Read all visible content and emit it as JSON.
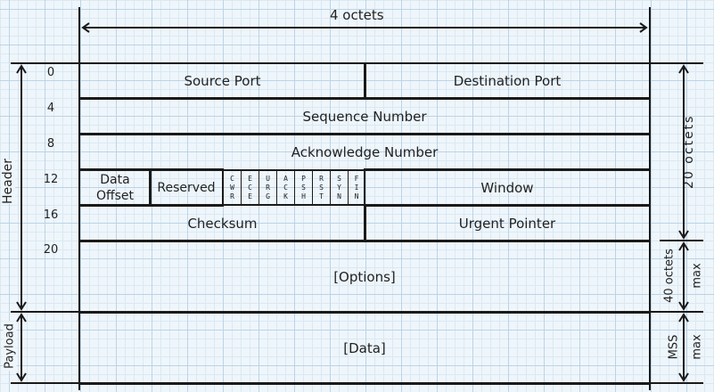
{
  "top_label": "4 octets",
  "row_numbers": [
    "0",
    "4",
    "8",
    "12",
    "16",
    "20"
  ],
  "fields": {
    "source_port": "Source Port",
    "destination_port": "Destination Port",
    "sequence_number": "Sequence Number",
    "acknowledge_number": "Acknowledge Number",
    "data_offset": "Data Offset",
    "reserved": "Reserved",
    "window": "Window",
    "checksum": "Checksum",
    "urgent_pointer": "Urgent Pointer",
    "options": "[Options]",
    "data": "[Data]"
  },
  "flags": [
    [
      "C",
      "W",
      "R"
    ],
    [
      "E",
      "C",
      "E"
    ],
    [
      "U",
      "R",
      "G"
    ],
    [
      "A",
      "C",
      "K"
    ],
    [
      "P",
      "S",
      "H"
    ],
    [
      "R",
      "S",
      "T"
    ],
    [
      "S",
      "Y",
      "N"
    ],
    [
      "F",
      "I",
      "N"
    ]
  ],
  "side_labels": {
    "header": "Header",
    "payload": "Payload",
    "octets_20": "20 octets",
    "octets_40": "40 octets",
    "max_40": "max",
    "mss": "MSS",
    "max_mss": "max"
  }
}
